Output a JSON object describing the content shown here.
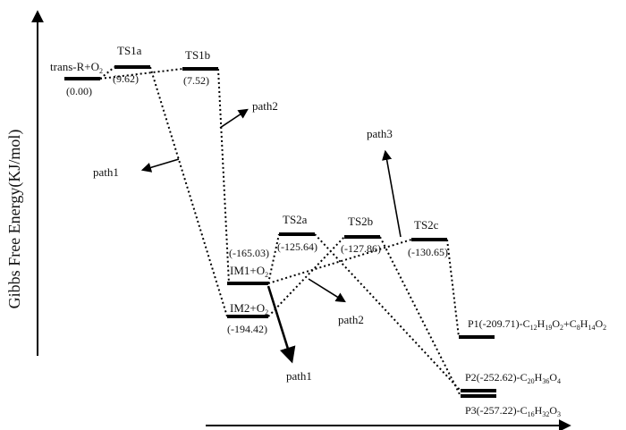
{
  "diagram": {
    "y_axis_label": "Gibbs Free Energy(KJ/mol)",
    "species": {
      "trans_r": {
        "name_main": "trans-R+O",
        "name_sub": "2",
        "energy": "(0.00)"
      },
      "ts1a": {
        "name": "TS1a",
        "energy": "(9.62)"
      },
      "ts1b": {
        "name": "TS1b",
        "energy": "(7.52)"
      },
      "im1": {
        "name_main": "IM1+O",
        "name_sub": "2",
        "energy": "(-165.03)"
      },
      "im2": {
        "name_main": "IM2+O",
        "name_sub": "2",
        "energy": "(-194.42)"
      },
      "ts2a": {
        "name": "TS2a",
        "energy": "(-125.64)"
      },
      "ts2b": {
        "name": "TS2b",
        "energy": "(-127.86)"
      },
      "ts2c": {
        "name": "TS2c",
        "energy": "(-130.65)"
      },
      "p1": {
        "prefix": "P1(-209.71)-C",
        "s1": "12",
        "m1": "H",
        "s2": "19",
        "m2": "O",
        "s3": "2",
        "m3": "+C",
        "s4": "8",
        "m4": "H",
        "s5": "14",
        "m5": "O",
        "s6": "2"
      },
      "p2": {
        "prefix": "P2(-252.62)-C",
        "s1": "20",
        "m1": "H",
        "s2": "36",
        "m2": "O",
        "s3": "4"
      },
      "p3": {
        "prefix": "P3(-257.22)-C",
        "s1": "16",
        "m1": "H",
        "s2": "32",
        "m2": "O",
        "s3": "3"
      }
    },
    "path_labels": {
      "path1_upper": "path1",
      "path2_upper": "path2",
      "path3": "path3",
      "path2_lower": "path2",
      "path1_lower": "path1"
    }
  }
}
